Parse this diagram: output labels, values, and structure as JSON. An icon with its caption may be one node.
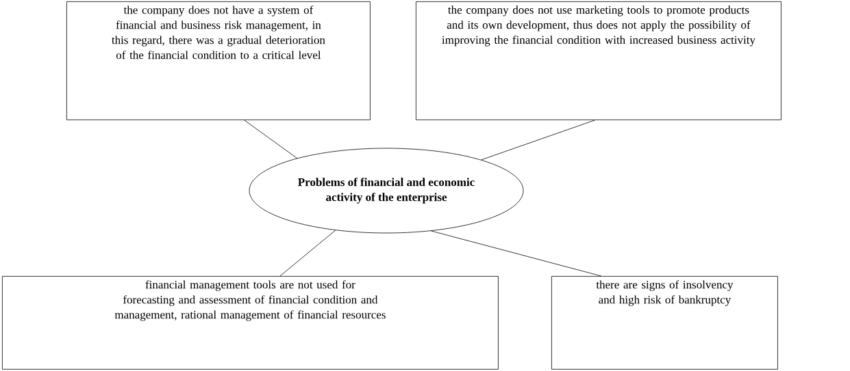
{
  "diagram": {
    "nodes": [
      {
        "text": [
          "the company does not have a system of financial and business risk management, in this regard, there was a gradual deterioration of the financial condition to a critical level"
        ]
      },
      {
        "text": [
          "the company does not use marketing tools to promote products and its own development, thus does not apply the possibility of improving the financial condition with increased business activity"
        ]
      },
      {
        "text": [
          "Problems of financial and economic activity of the enterprise"
        ]
      },
      {
        "text": [
          "financial management tools are not used for forecasting and assessment of financial condition and management, rational management of financial resources"
        ]
      },
      {
        "text": [
          "there are signs of insolvency and high risk of bankruptcy"
        ]
      }
    ],
    "edges": [
      {
        "from": 0,
        "to": 2,
        "arrow": "none"
      },
      {
        "from": 1,
        "to": 2,
        "arrow": "none"
      },
      {
        "from": 2,
        "to": 3,
        "arrow": "none"
      },
      {
        "from": 2,
        "to": 4,
        "arrow": "none"
      }
    ]
  }
}
